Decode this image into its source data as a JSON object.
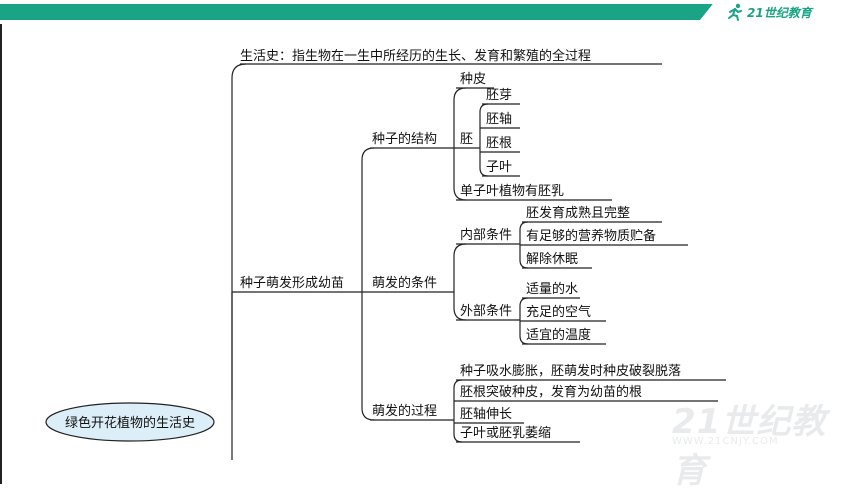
{
  "header": {
    "logo_text": "21世纪教育",
    "logo_icon": "runner-icon"
  },
  "root": {
    "label": "绿色开花植物的生活史"
  },
  "life_history": {
    "label": "生活史：指生物在一生中所经历的生长、发育和繁殖的全过程"
  },
  "germination": {
    "label": "种子萌发形成幼苗",
    "structure": {
      "label": "种子的结构",
      "seed_coat": "种皮",
      "embryo": {
        "label": "胚",
        "parts": [
          "胚芽",
          "胚轴",
          "胚根",
          "子叶"
        ]
      },
      "monocot": "单子叶植物有胚乳"
    },
    "conditions": {
      "label": "萌发的条件",
      "internal": {
        "label": "内部条件",
        "items": [
          "胚发育成熟且完整",
          "有足够的营养物质贮备",
          "解除休眠"
        ]
      },
      "external": {
        "label": "外部条件",
        "items": [
          "适量的水",
          "充足的空气",
          "适宜的温度"
        ]
      }
    },
    "process": {
      "label": "萌发的过程",
      "items": [
        "种子吸水膨胀，胚萌发时种皮破裂脱落",
        "胚根突破种皮，发育为幼苗的根",
        "胚轴伸长",
        "子叶或胚乳萎缩"
      ]
    }
  },
  "watermark": {
    "main": "21世纪教育",
    "sub": "WWW.21CNJY.COM"
  },
  "colors": {
    "brand": "#1aa486",
    "root_fill": "#dceef8",
    "line": "#222222"
  }
}
